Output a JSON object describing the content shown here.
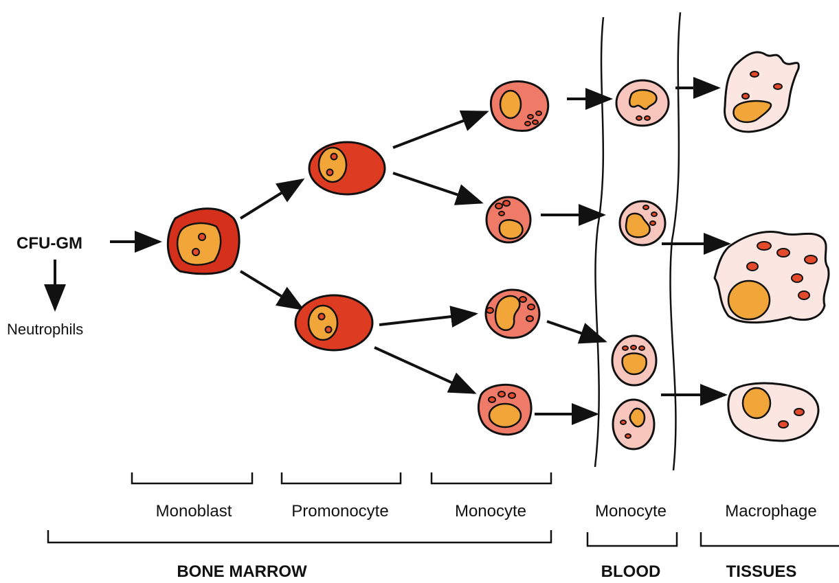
{
  "origin": {
    "label": "CFU-GM",
    "branch_label": "Neutrophils"
  },
  "stages": [
    {
      "id": "monoblast",
      "label": "Monoblast"
    },
    {
      "id": "promonocyte",
      "label": "Promonocyte"
    },
    {
      "id": "monocyte-marrow",
      "label": "Monocyte"
    },
    {
      "id": "monocyte-blood",
      "label": "Monocyte"
    },
    {
      "id": "macrophage",
      "label": "Macrophage"
    }
  ],
  "compartments": [
    {
      "id": "bone-marrow",
      "label": "BONE MARROW"
    },
    {
      "id": "blood",
      "label": "BLOOD"
    },
    {
      "id": "tissues",
      "label": "TISSUES"
    }
  ],
  "colors": {
    "monoblast": "#d5301c",
    "promonocyte": "#dd3b22",
    "monocyte_marrow": "#f07a68",
    "monocyte_blood": "#f8c6bd",
    "macrophage": "#fce6e1",
    "nucleus": "#f2a63a",
    "granule": "#e24a2b"
  }
}
